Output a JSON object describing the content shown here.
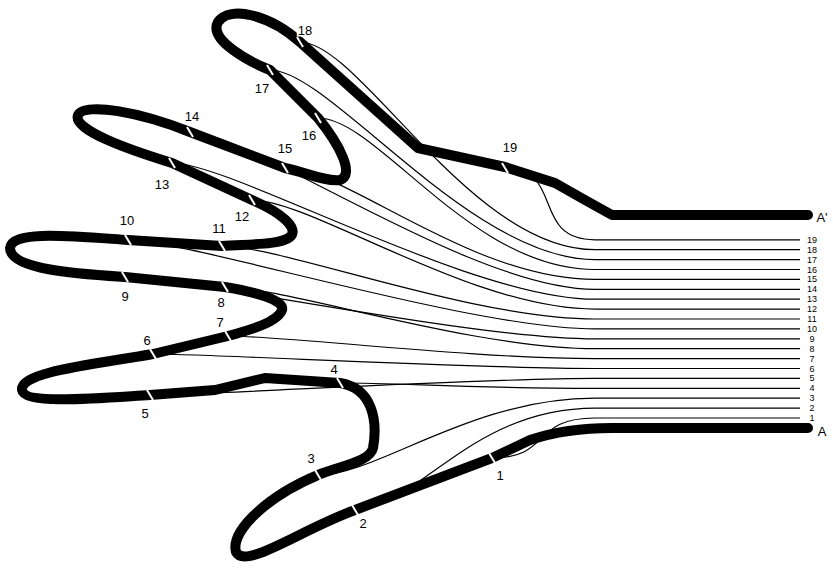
{
  "diagram": {
    "labels": [
      "1",
      "2",
      "3",
      "4",
      "5",
      "6",
      "7",
      "8",
      "9",
      "10",
      "11",
      "12",
      "13",
      "14",
      "15",
      "16",
      "17",
      "18",
      "19",
      "19",
      "18",
      "17",
      "16",
      "15",
      "14",
      "13",
      "12",
      "11",
      "10",
      "9",
      "8",
      "7",
      "6",
      "5",
      "4",
      "3",
      "2",
      "1",
      "A'",
      "A"
    ]
  }
}
